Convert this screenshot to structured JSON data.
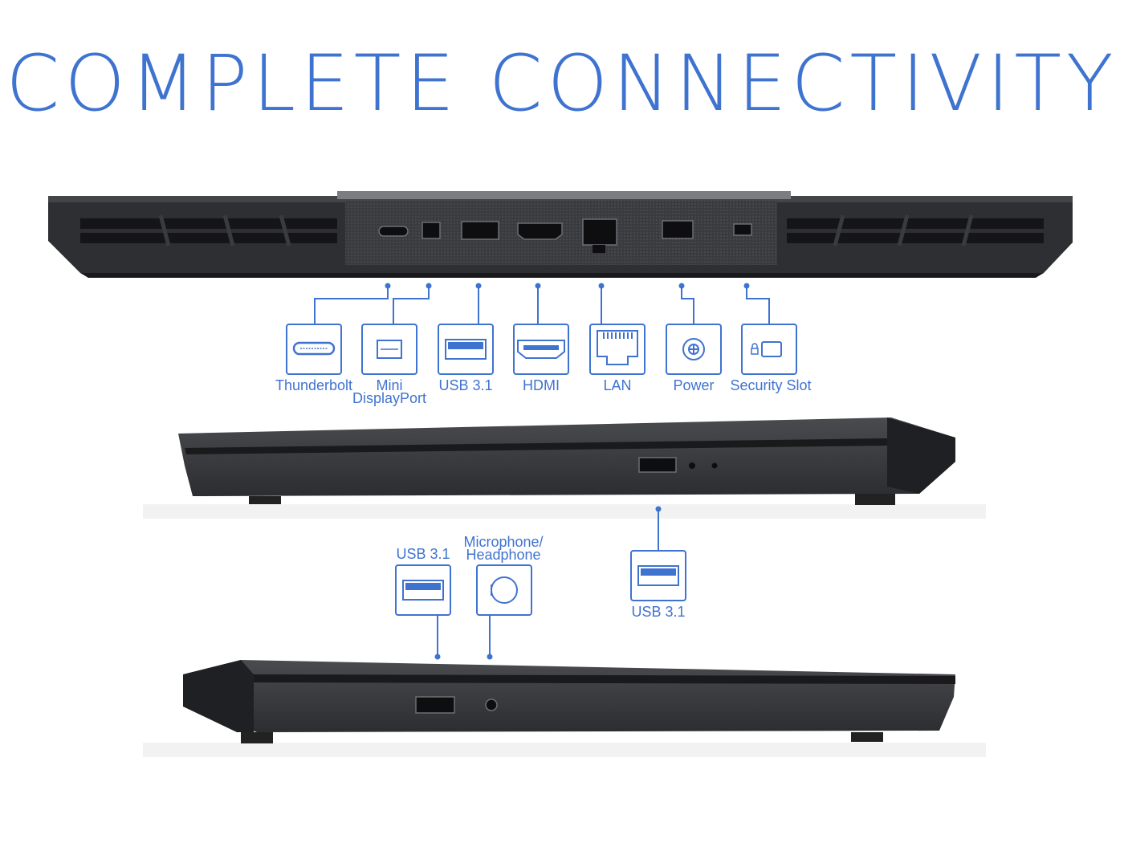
{
  "title": "COMPLETE CONNECTIVITY",
  "colors": {
    "accent": "#3f73d0",
    "laptop_body": "#3b3c3f",
    "laptop_dark": "#202124"
  },
  "rear_ports": [
    {
      "icon": "thunderbolt-icon",
      "label": "Thunderbolt"
    },
    {
      "icon": "mini-displayport-icon",
      "label_lines": [
        "Mini",
        "DisplayPort"
      ]
    },
    {
      "icon": "usb-icon",
      "label": "USB 3.1"
    },
    {
      "icon": "hdmi-icon",
      "label": "HDMI"
    },
    {
      "icon": "lan-icon",
      "label": "LAN"
    },
    {
      "icon": "power-icon",
      "label": "Power"
    },
    {
      "icon": "security-slot-icon",
      "label": "Security Slot"
    }
  ],
  "right_side_ports": [
    {
      "icon": "usb-icon",
      "label": "USB 3.1"
    }
  ],
  "left_side_ports": [
    {
      "icon": "usb-icon",
      "label": "USB 3.1"
    },
    {
      "icon": "audio-jack-icon",
      "label_lines": [
        "Microphone/",
        "Headphone"
      ]
    }
  ]
}
